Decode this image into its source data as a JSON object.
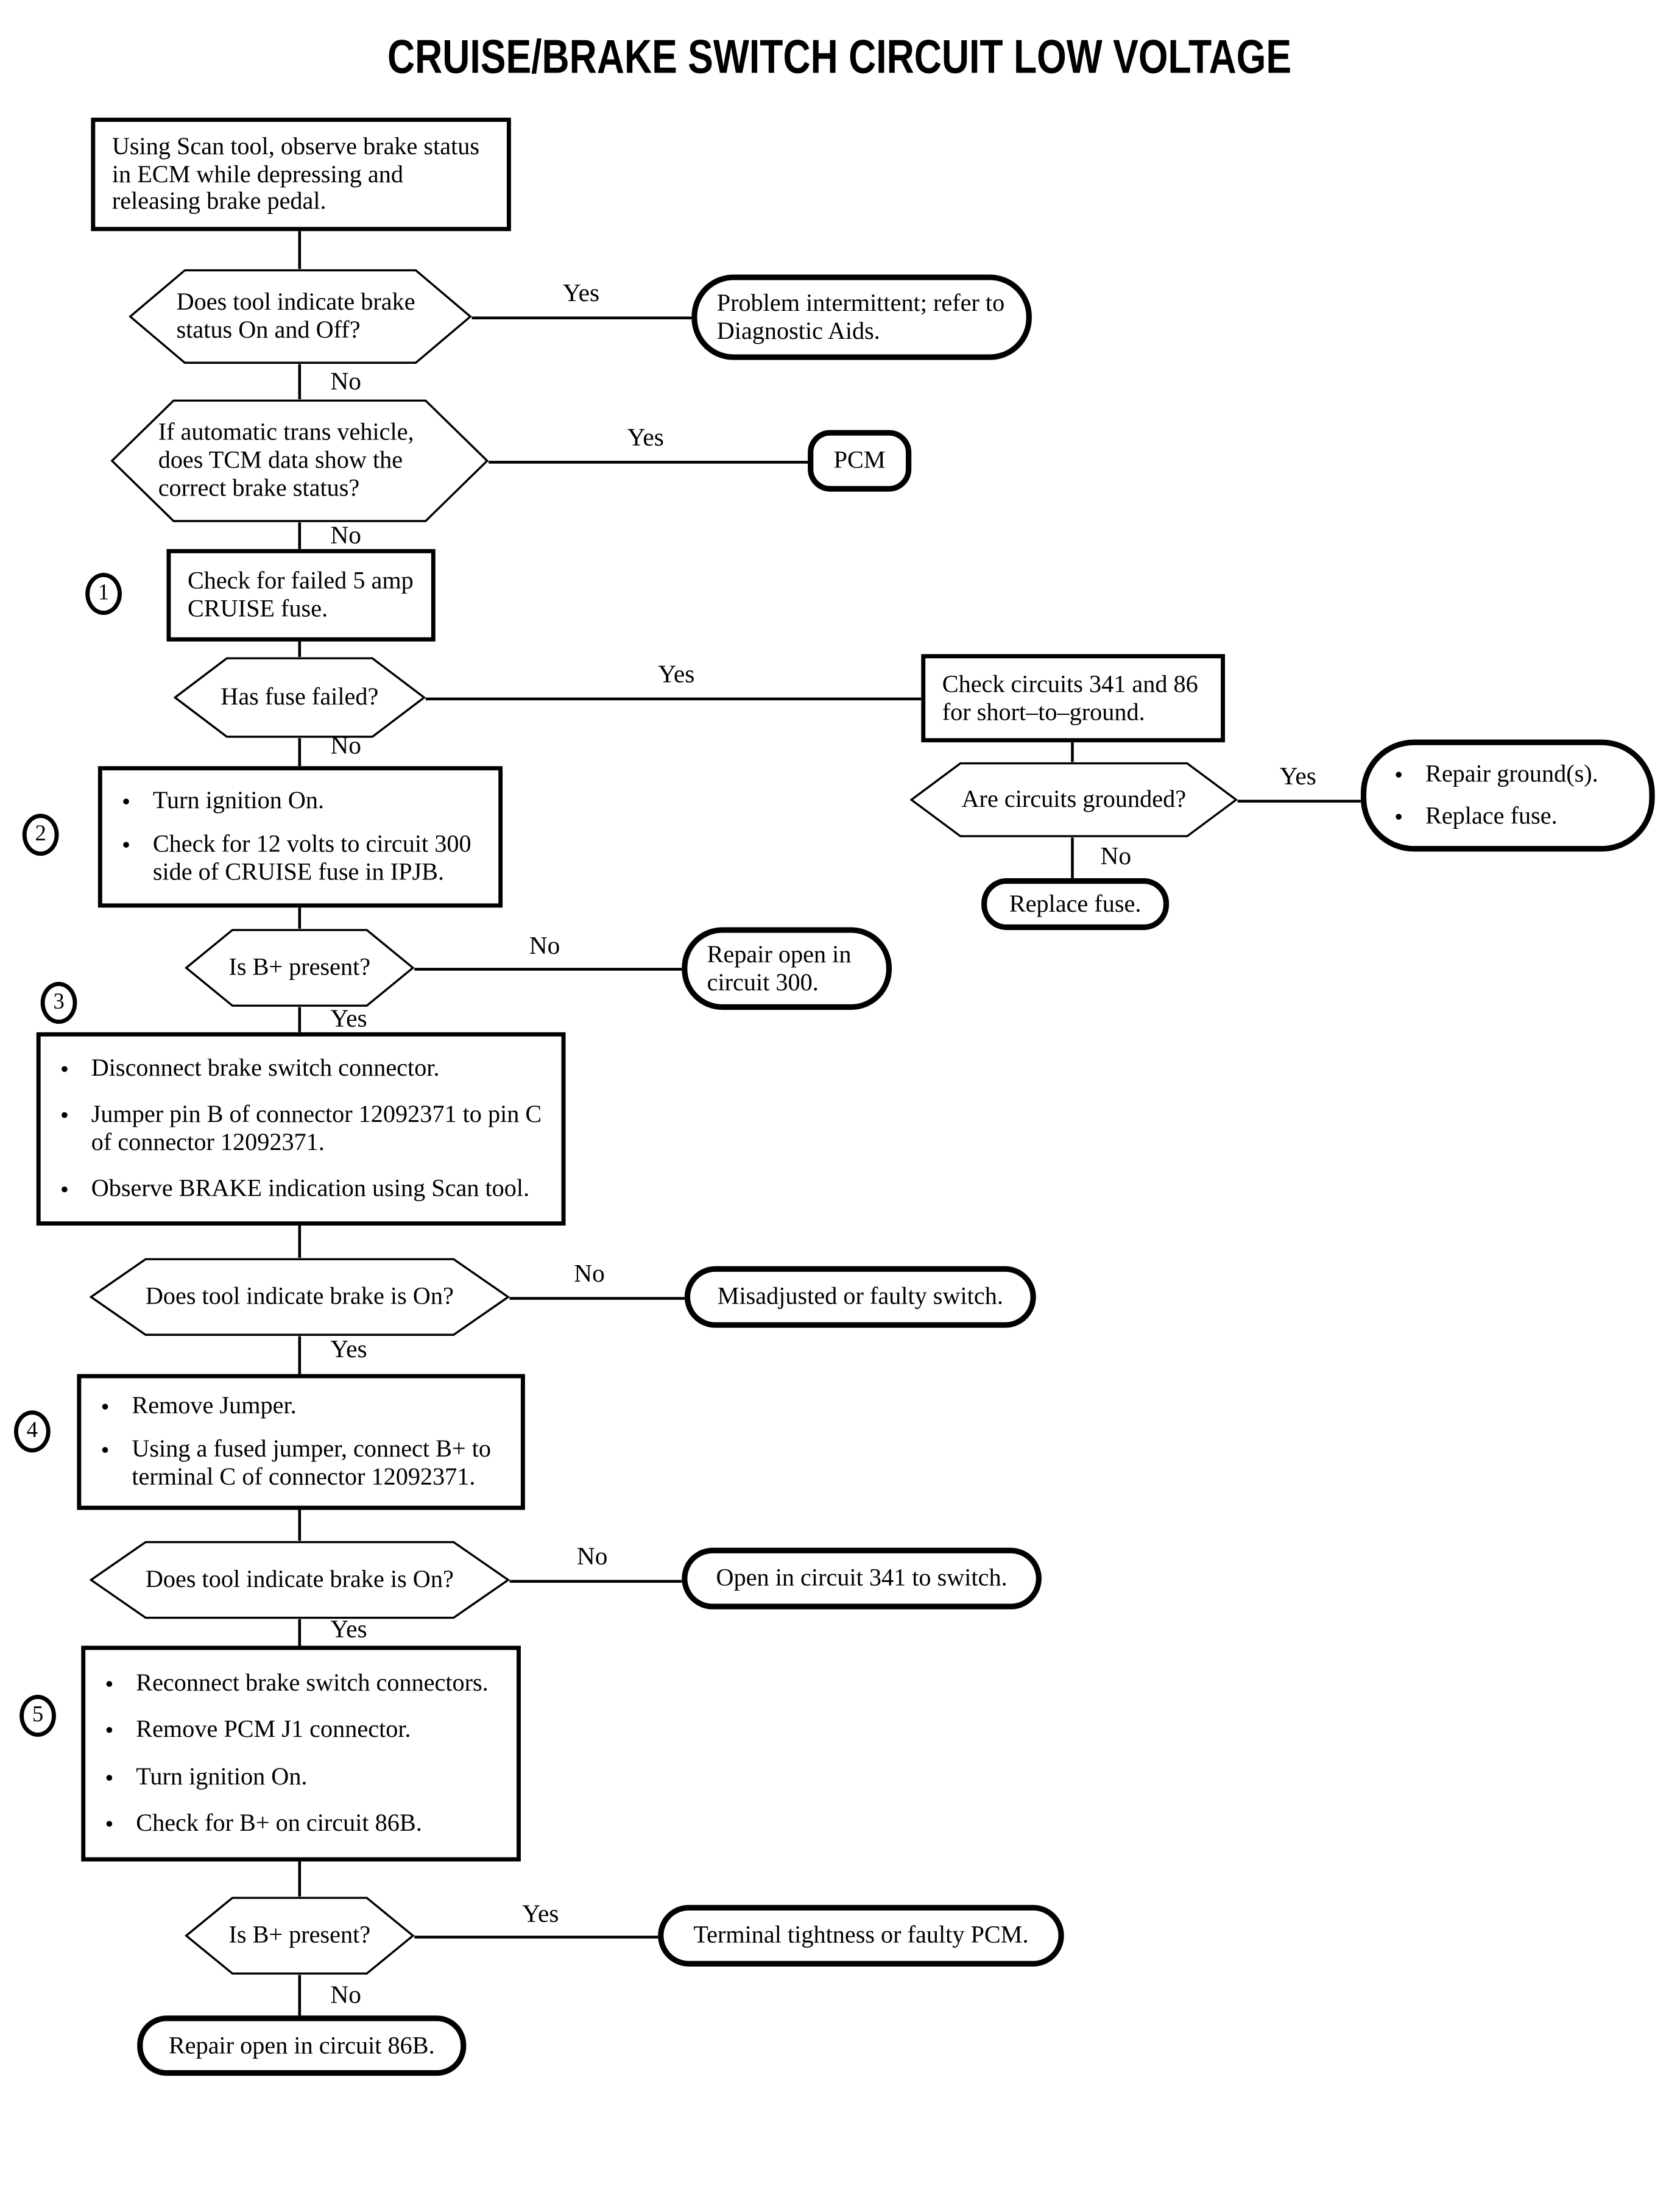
{
  "title": "CRUISE/BRAKE SWITCH CIRCUIT LOW VOLTAGE",
  "labels": {
    "yes": "Yes",
    "no": "No"
  },
  "nodes": {
    "start": {
      "text": "Using Scan tool, observe brake status in ECM while depressing and releasing brake pedal."
    },
    "q_brake_on_off": {
      "text": "Does tool indicate brake status On and Off?"
    },
    "t_intermittent": {
      "text": "Problem intermittent; refer to Diagnostic Aids."
    },
    "q_tcm": {
      "text": "If automatic trans vehicle, does TCM data show the correct brake status?"
    },
    "t_pcm": {
      "text": "PCM"
    },
    "step1": {
      "num": "1",
      "text": "Check for failed 5 amp CRUISE fuse."
    },
    "q_fuse": {
      "text": "Has fuse failed?"
    },
    "b_check_circuits": {
      "text": "Check circuits 341 and 86 for short–to–ground."
    },
    "q_grounded": {
      "text": "Are circuits grounded?"
    },
    "t_repair_ground": {
      "bullets": [
        "Repair ground(s).",
        "Replace fuse."
      ]
    },
    "t_replace_fuse": {
      "text": "Replace fuse."
    },
    "step2": {
      "num": "2",
      "bullets": [
        "Turn ignition On.",
        "Check for 12 volts to circuit 300 side of CRUISE fuse in IPJB."
      ]
    },
    "q_bplus1": {
      "text": "Is B+ present?"
    },
    "t_open300": {
      "text": "Repair open in circuit 300."
    },
    "step3": {
      "num": "3",
      "bullets": [
        "Disconnect brake switch connector.",
        "Jumper pin B of connector 12092371 to pin C of connector 12092371.",
        "Observe BRAKE indication using Scan tool."
      ]
    },
    "q_brake_on_1": {
      "text": "Does tool indicate brake is On?"
    },
    "t_misadjusted": {
      "text": "Misadjusted or faulty switch."
    },
    "step4": {
      "num": "4",
      "bullets": [
        "Remove Jumper.",
        "Using a fused jumper, connect B+ to terminal C of connector 12092371."
      ]
    },
    "q_brake_on_2": {
      "text": "Does tool indicate brake is On?"
    },
    "t_open341": {
      "text": "Open in circuit 341 to switch."
    },
    "step5": {
      "num": "5",
      "bullets": [
        "Reconnect brake switch connectors.",
        "Remove PCM J1 connector.",
        "Turn ignition On.",
        "Check for B+ on circuit 86B."
      ]
    },
    "q_bplus2": {
      "text": "Is B+ present?"
    },
    "t_terminal_tightness": {
      "text": "Terminal tightness or faulty PCM."
    },
    "t_open86b": {
      "text": "Repair open in circuit 86B."
    }
  }
}
